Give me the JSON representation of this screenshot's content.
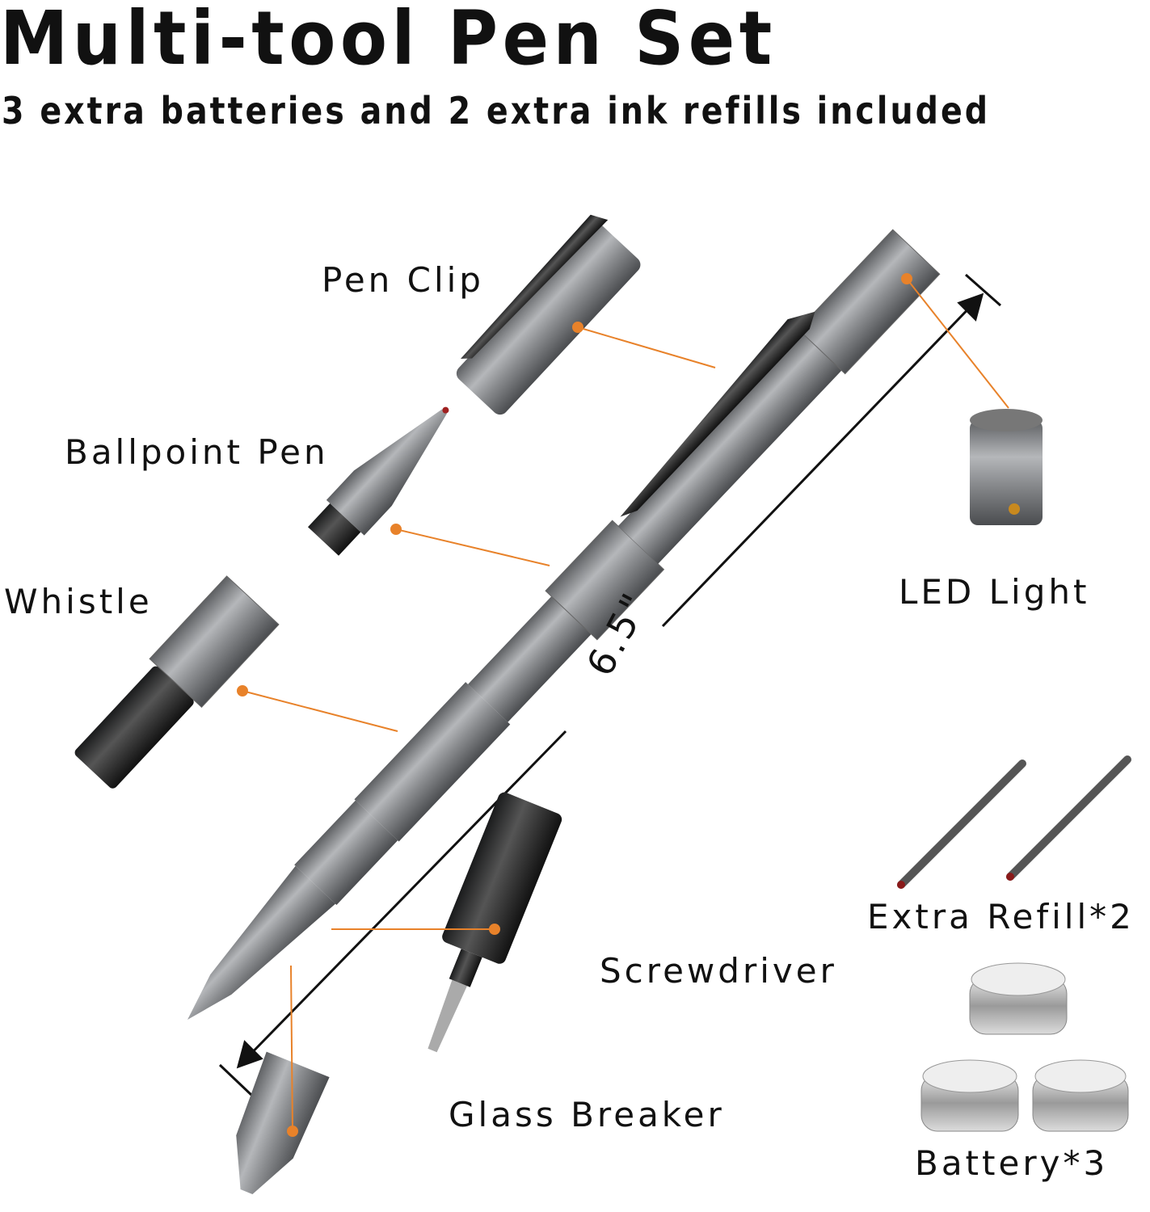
{
  "header": {
    "title": "Multi-tool Pen Set",
    "subtitle": "3 extra batteries and 2 extra ink refills included"
  },
  "labels": {
    "pen_clip": "Pen Clip",
    "ballpoint_pen": "Ballpoint Pen",
    "whistle": "Whistle",
    "led_light": "LED Light",
    "length": "6.5\"",
    "extra_refill": "Extra Refill*2",
    "screwdriver": "Screwdriver",
    "glass_breaker": "Glass Breaker",
    "battery": "Battery*3"
  },
  "colors": {
    "leader": "#e8822a",
    "metal": "#8a8c8f",
    "dark": "#2a2b2d"
  }
}
